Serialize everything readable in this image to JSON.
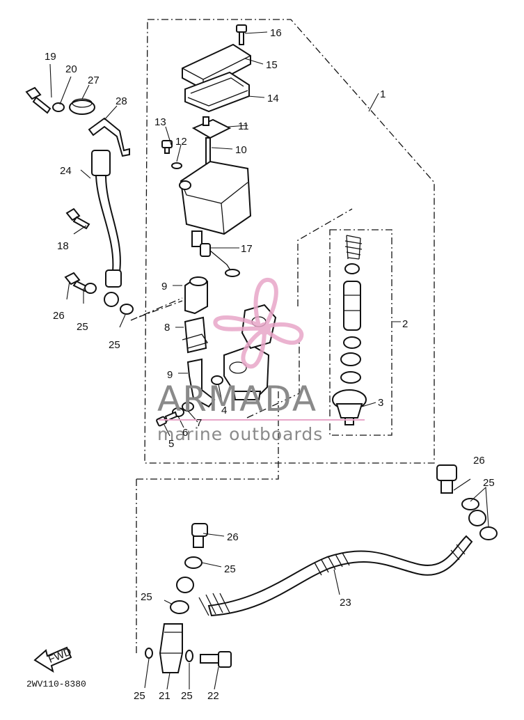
{
  "diagram": {
    "part_labels": {
      "p1": "1",
      "p2": "2",
      "p3": "3",
      "p4": "4",
      "p5": "5",
      "p6": "6",
      "p7": "7",
      "p8": "8",
      "p9a": "9",
      "p9b": "9",
      "p10": "10",
      "p11": "11",
      "p12": "12",
      "p13": "13",
      "p14": "14",
      "p15": "15",
      "p16": "16",
      "p17": "17",
      "p18": "18",
      "p19": "19",
      "p20": "20",
      "p21": "21",
      "p22": "22",
      "p23": "23",
      "p24": "24",
      "p25a": "25",
      "p25b": "25",
      "p25c": "25",
      "p25d": "25",
      "p25e": "25",
      "p25f": "25",
      "p25g": "25",
      "p26a": "26",
      "p26b": "26",
      "p26c": "26",
      "p27": "27",
      "p28": "28"
    },
    "diagram_code": "2WV110-8380",
    "fwd_label": "FWD"
  },
  "watermark": {
    "brand": "ARMADA",
    "tagline": "marine outboards",
    "accent_color": "#e8a6c8"
  }
}
